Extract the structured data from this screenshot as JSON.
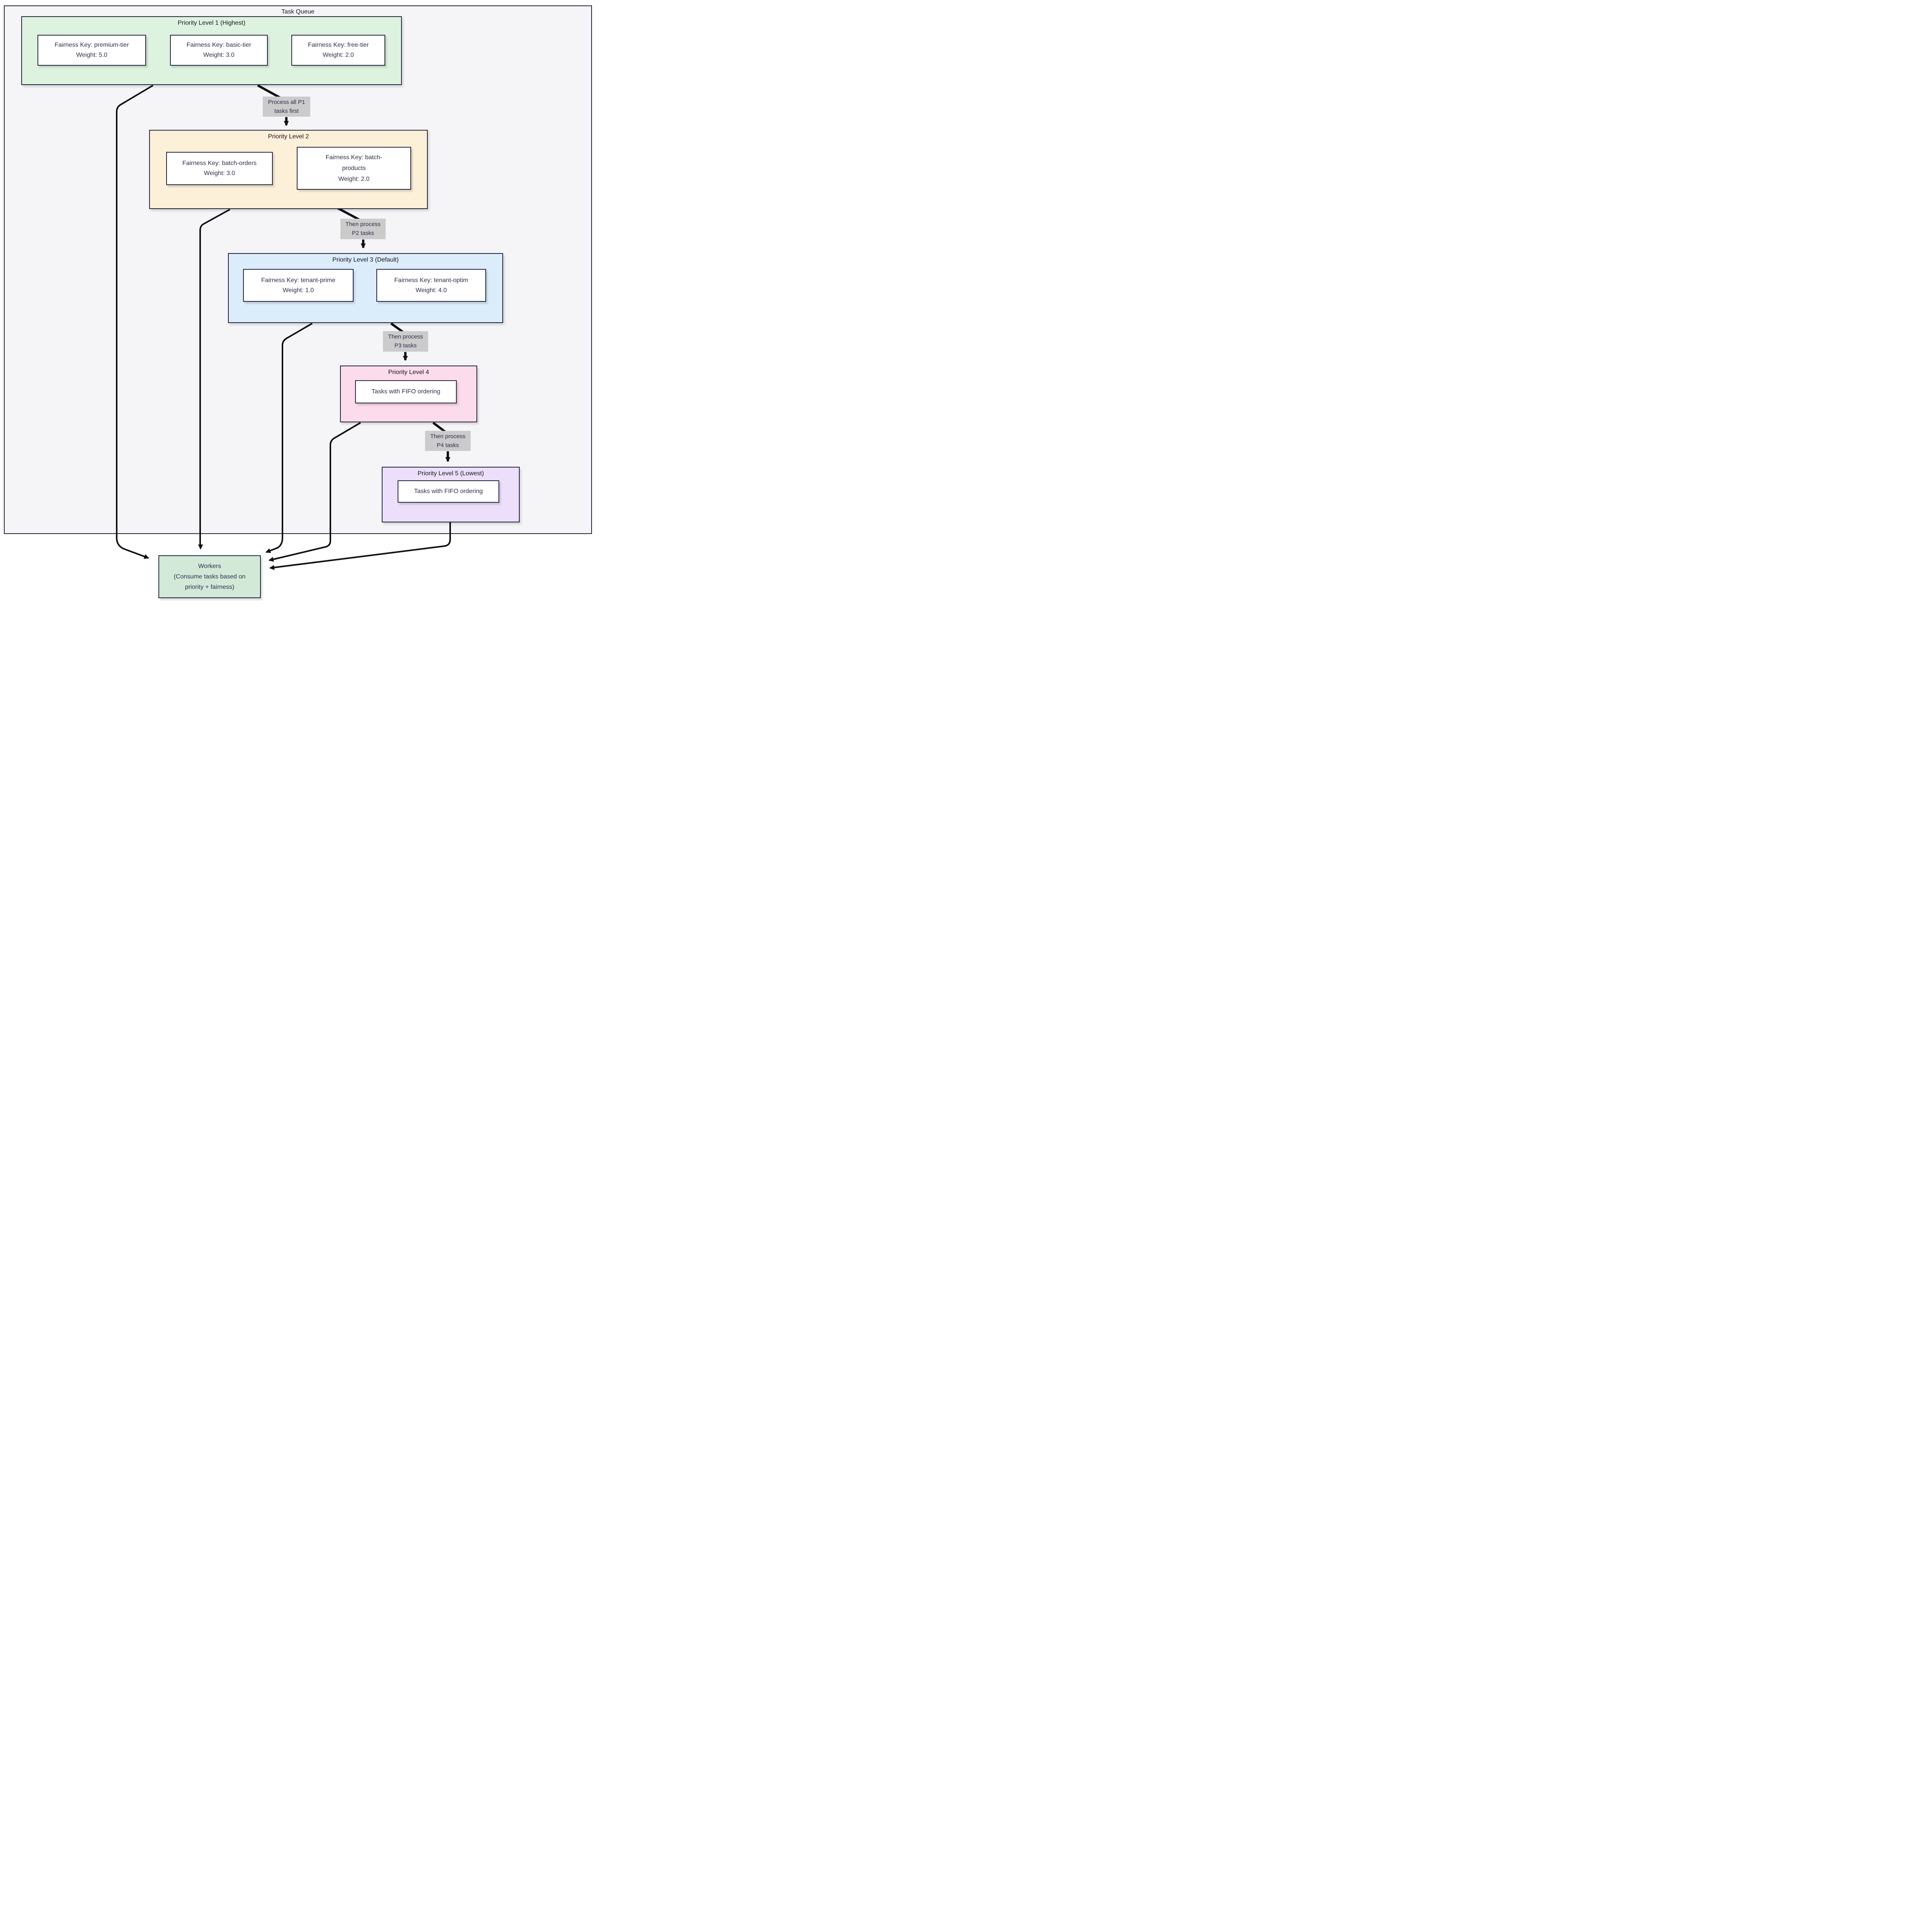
{
  "diagram": {
    "type": "flowchart",
    "title": "Task Queue"
  },
  "colors": {
    "container_bg": "#f5f5f8",
    "border_dark": "#20203a",
    "edge_black": "#0f0f14",
    "edge_label_bg": "#cbcbcb",
    "text_dark": "#2e2e4c",
    "p1_fill": "#def3df",
    "p2_fill": "#fdf0d8",
    "p3_fill": "#dbecfb",
    "p4_fill": "#fcdcec",
    "p5_fill": "#ebdffb",
    "workers_fill": "#d2e9d8",
    "node_fill": "#ffffff"
  },
  "subgraphs": {
    "p1": {
      "title": "Priority Level 1 (Highest)",
      "nodes": [
        {
          "lines": [
            "Fairness Key: premium-tier",
            "Weight: 5.0"
          ]
        },
        {
          "lines": [
            "Fairness Key: basic-tier",
            "Weight: 3.0"
          ]
        },
        {
          "lines": [
            "Fairness Key: free-tier",
            "Weight: 2.0"
          ]
        }
      ]
    },
    "p2": {
      "title": "Priority Level 2",
      "nodes": [
        {
          "lines": [
            "Fairness Key: batch-orders",
            "Weight: 3.0"
          ]
        },
        {
          "lines": [
            "Fairness Key: batch-",
            "products",
            "Weight: 2.0"
          ]
        }
      ]
    },
    "p3": {
      "title": "Priority Level 3 (Default)",
      "nodes": [
        {
          "lines": [
            "Fairness Key: tenant-prime",
            "Weight: 1.0"
          ]
        },
        {
          "lines": [
            "Fairness Key: tenant-optim",
            "Weight: 4.0"
          ]
        }
      ]
    },
    "p4": {
      "title": "Priority Level 4",
      "nodes": [
        {
          "lines": [
            "Tasks with FIFO ordering"
          ]
        }
      ]
    },
    "p5": {
      "title": "Priority Level 5 (Lowest)",
      "nodes": [
        {
          "lines": [
            "Tasks with FIFO ordering"
          ]
        }
      ]
    }
  },
  "workers": {
    "lines": [
      "Workers",
      "(Consume tasks based on",
      "priority + fairness)"
    ]
  },
  "edge_labels": {
    "p1_p2": {
      "lines": [
        "Process all P1",
        "tasks first"
      ]
    },
    "p2_p3": {
      "lines": [
        "Then process",
        "P2 tasks"
      ]
    },
    "p3_p4": {
      "lines": [
        "Then process",
        "P3 tasks"
      ]
    },
    "p4_p5": {
      "lines": [
        "Then process",
        "P4 tasks"
      ]
    }
  },
  "edges": [
    {
      "from": "Priority Level 1",
      "to": "Priority Level 2",
      "label": "Process all P1 tasks first"
    },
    {
      "from": "Priority Level 2",
      "to": "Priority Level 3",
      "label": "Then process P2 tasks"
    },
    {
      "from": "Priority Level 3",
      "to": "Priority Level 4",
      "label": "Then process P3 tasks"
    },
    {
      "from": "Priority Level 4",
      "to": "Priority Level 5",
      "label": "Then process P4 tasks"
    },
    {
      "from": "Priority Level 1",
      "to": "Workers",
      "label": ""
    },
    {
      "from": "Priority Level 2",
      "to": "Workers",
      "label": ""
    },
    {
      "from": "Priority Level 3",
      "to": "Workers",
      "label": ""
    },
    {
      "from": "Priority Level 4",
      "to": "Workers",
      "label": ""
    },
    {
      "from": "Priority Level 5",
      "to": "Workers",
      "label": ""
    }
  ]
}
